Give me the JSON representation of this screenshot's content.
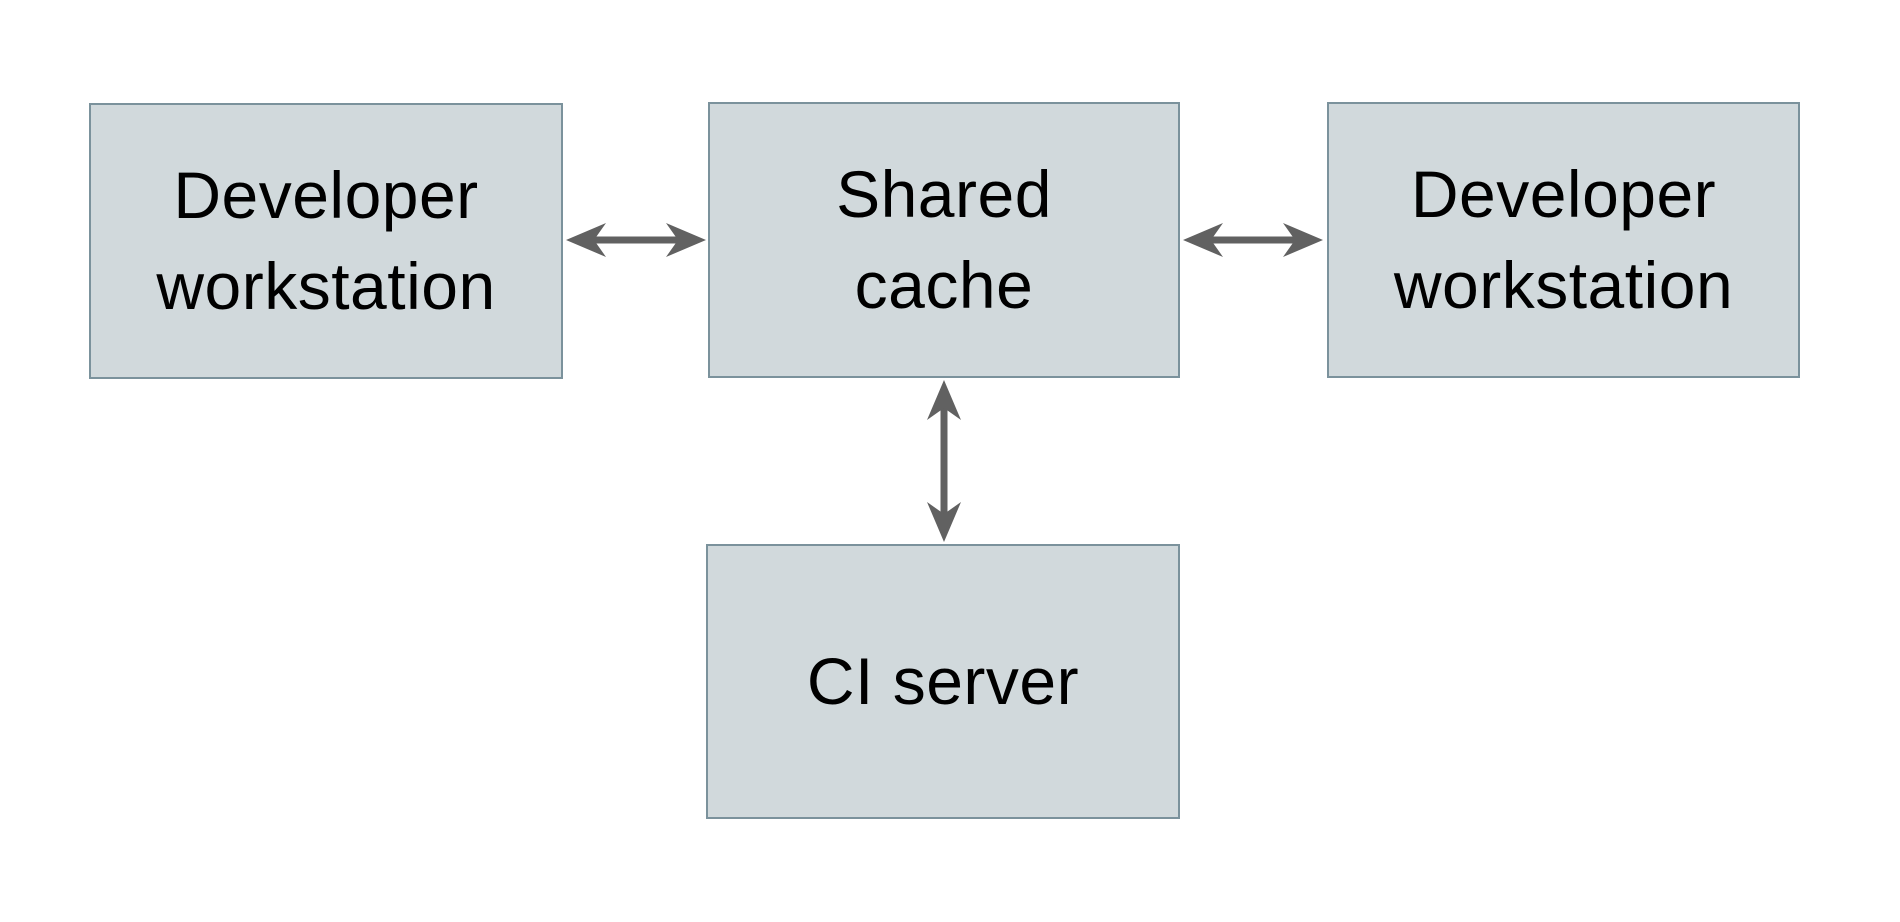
{
  "diagram": {
    "type": "architecture-diagram",
    "nodes": [
      {
        "id": "developer-workstation-left",
        "label": "Developer\nworkstation"
      },
      {
        "id": "shared-cache",
        "label": "Shared\ncache"
      },
      {
        "id": "developer-workstation-right",
        "label": "Developer\nworkstation"
      },
      {
        "id": "ci-server",
        "label": "CI server"
      }
    ],
    "edges": [
      {
        "from": "developer-workstation-left",
        "to": "shared-cache",
        "direction": "bidirectional"
      },
      {
        "from": "shared-cache",
        "to": "developer-workstation-right",
        "direction": "bidirectional"
      },
      {
        "from": "shared-cache",
        "to": "ci-server",
        "direction": "bidirectional"
      }
    ],
    "colors": {
      "background": "#ffffff",
      "node_fill": "#d1d9dc",
      "node_border": "#7b929c",
      "arrow": "#616161",
      "text": "#000000"
    }
  }
}
